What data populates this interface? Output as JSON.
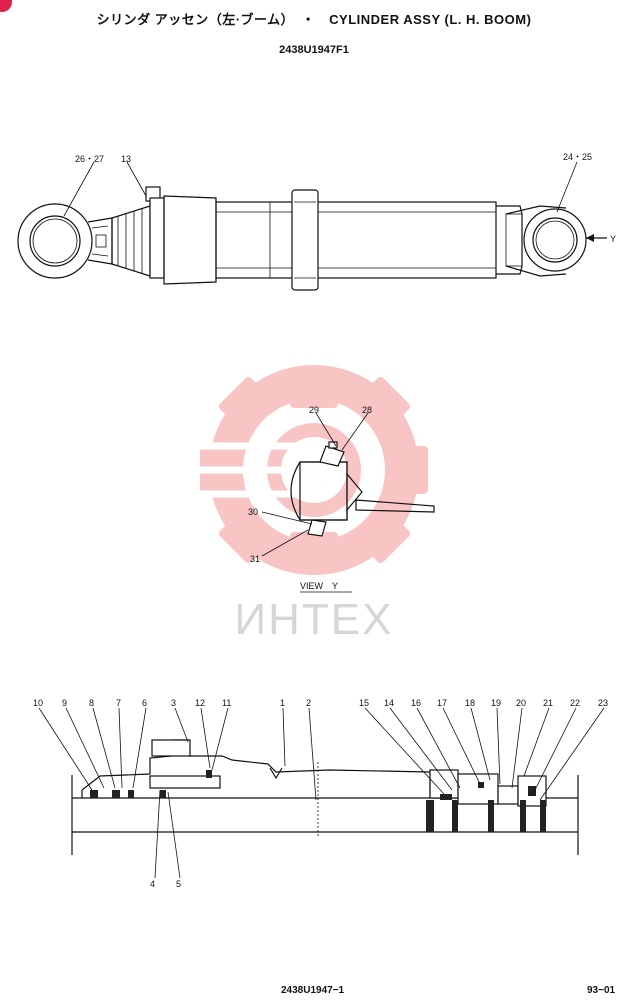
{
  "header": {
    "title_jp": "シリンダ アッセン（左·ブーム）",
    "title_sep": "・",
    "title_en": "CYLINDER ASSY (L. H. BOOM)",
    "part_number": "2438U1947F1"
  },
  "top_view": {
    "callouts": {
      "rod_eye": "26・27",
      "gland": "13",
      "head_eye": "24・25",
      "arrow": "Y"
    }
  },
  "view_y": {
    "caption": "VIEW　Y",
    "callouts": [
      "29",
      "28",
      "30",
      "31"
    ]
  },
  "watermark": {
    "text": "ИНТЕХ",
    "color": "#f05a5a"
  },
  "section": {
    "callouts_top": [
      "10",
      "9",
      "8",
      "7",
      "6",
      "3",
      "12",
      "11",
      "1",
      "2",
      "15",
      "14",
      "16",
      "17",
      "18",
      "19",
      "20",
      "21",
      "22",
      "23"
    ],
    "callouts_bottom": [
      "4",
      "5"
    ]
  },
  "footer": {
    "drawing_number": "2438U1947−1",
    "page": "93−01"
  },
  "colors": {
    "badge": "#e0204a"
  }
}
